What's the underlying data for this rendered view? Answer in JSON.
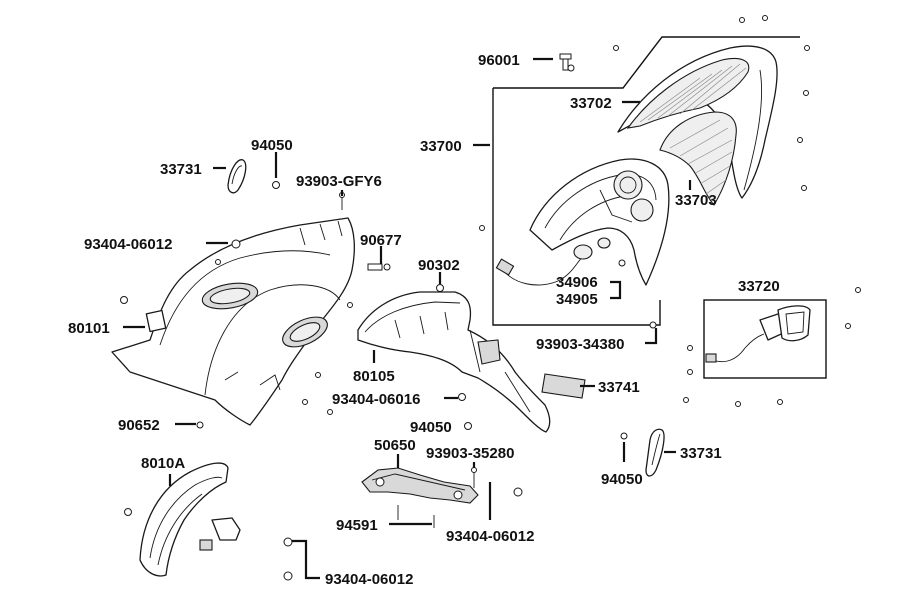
{
  "labels": {
    "p96001": "96001",
    "p33702": "33702",
    "p33700": "33700",
    "p33703": "33703",
    "p33731a": "33731",
    "p94050a": "94050",
    "p93903gfy6": "93903-GFY6",
    "p93404_06012a": "93404-06012",
    "p90677": "90677",
    "p90302": "90302",
    "p34906": "34906",
    "p34905": "34905",
    "p33720": "33720",
    "p80101": "80101",
    "p93903_34380": "93903-34380",
    "p80105": "80105",
    "p33741": "33741",
    "p93404_06016": "93404-06016",
    "p90652": "90652",
    "p94050b": "94050",
    "p50650": "50650",
    "p93903_35280": "93903-35280",
    "p33731b": "33731",
    "p8010a": "8010A",
    "p94050c": "94050",
    "p94591": "94591",
    "p93404_06012b": "93404-06012",
    "p93404_06012c": "93404-06012"
  }
}
